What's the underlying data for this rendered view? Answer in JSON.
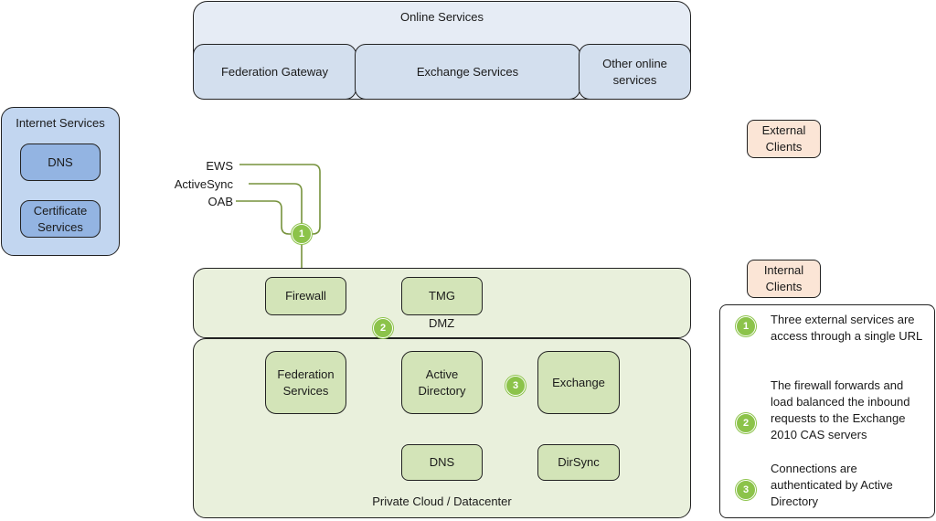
{
  "online_services": {
    "title": "Online Services",
    "federation_gateway": "Federation Gateway",
    "exchange_services": "Exchange Services",
    "other_online_services": "Other online services"
  },
  "internet_services": {
    "title": "Internet Services",
    "dns": "DNS",
    "certificate_services": "Certificate Services"
  },
  "external_clients": "External Clients",
  "internal_clients": "Internal Clients",
  "protocols": [
    "EWS",
    "ActiveSync",
    "OAB"
  ],
  "dmz": {
    "label": "DMZ",
    "firewall": "Firewall",
    "tmg": "TMG"
  },
  "private_cloud": {
    "label": "Private Cloud / Datacenter",
    "federation_services": "Federation Services",
    "active_directory": "Active Directory",
    "exchange": "Exchange",
    "dns": "DNS",
    "dirsync": "DirSync"
  },
  "steps": [
    {
      "number": "1",
      "text": "Three external services are access through a single URL"
    },
    {
      "number": "2",
      "text": "The firewall forwards and load balanced the inbound requests to the Exchange 2010 CAS servers"
    },
    {
      "number": "3",
      "text": "Connections are authenticated by Active Directory"
    }
  ],
  "colors": {
    "connector": "#76923c",
    "badge": "#8cc34a"
  }
}
